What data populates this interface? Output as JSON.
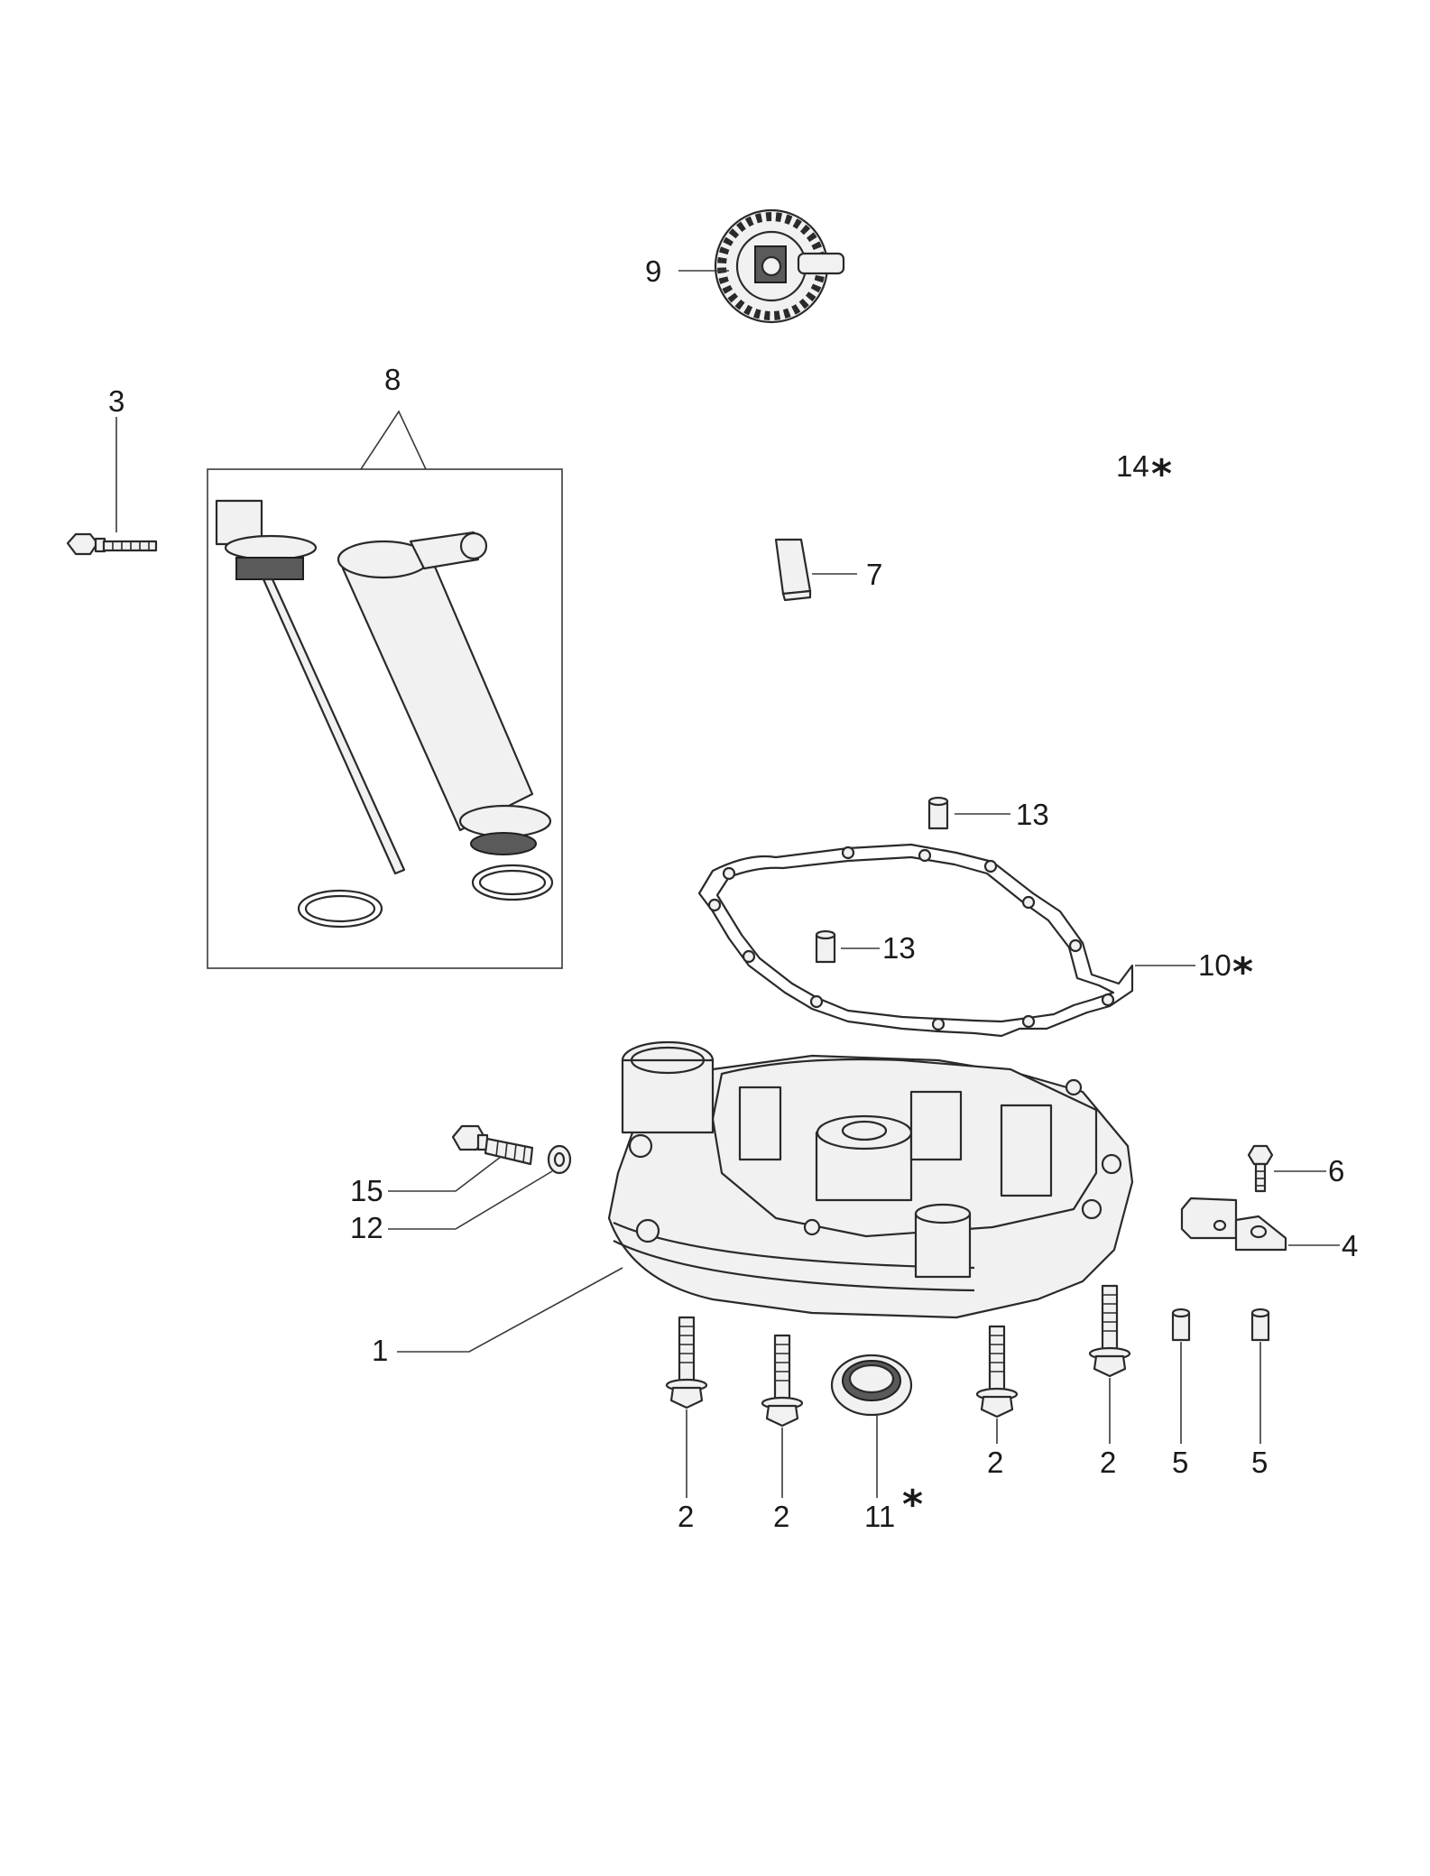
{
  "callouts": {
    "c1": "1",
    "c2a": "2",
    "c2b": "2",
    "c2c": "2",
    "c2d": "2",
    "c3": "3",
    "c4": "4",
    "c5a": "5",
    "c5b": "5",
    "c6": "6",
    "c7": "7",
    "c8": "8",
    "c9": "9",
    "c10": "10",
    "c11": "11",
    "c12": "12",
    "c13a": "13",
    "c13b": "13",
    "c14": "14",
    "c15": "15"
  },
  "marks": {
    "star": "*"
  }
}
